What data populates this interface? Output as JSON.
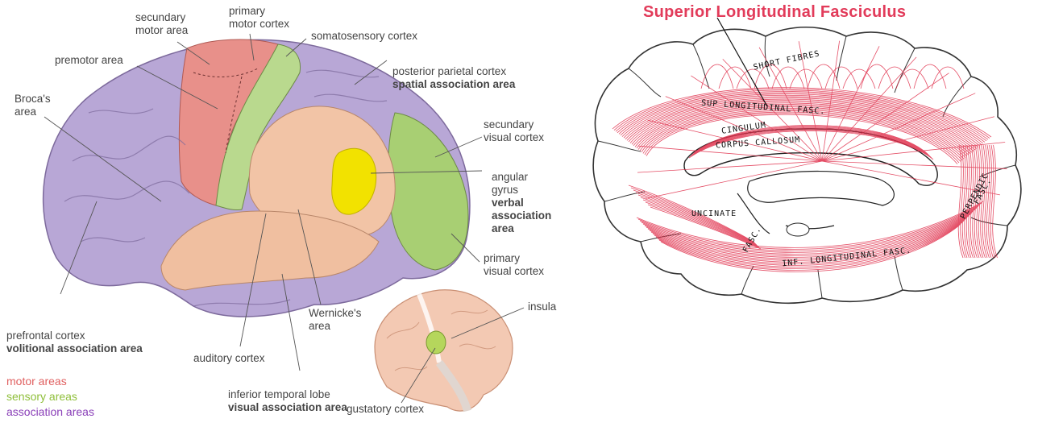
{
  "left_figure": {
    "labels": {
      "secundary_motor": "secundary\nmotor area",
      "primary_motor": "primary\nmotor cortex",
      "somatosensory": "somatosensory cortex",
      "premotor": "premotor area",
      "posterior_parietal": "posterior parietal cortex",
      "posterior_parietal_bold": "spatial association area",
      "brocas": "Broca's\narea",
      "secundary_visual": "secundary\nvisual cortex",
      "angular": "angular\ngyrus",
      "angular_bold": "verbal\nassociation\narea",
      "primary_visual": "primary\nvisual cortex",
      "prefrontal": "prefrontal cortex",
      "prefrontal_bold": "volitional association area",
      "wernickes": "Wernicke's\narea",
      "insula": "insula",
      "auditory": "auditory cortex",
      "inferior_temporal": "inferior temporal lobe",
      "inferior_temporal_bold": "visual association area",
      "gustatory": "gustatory cortex"
    },
    "legend": [
      {
        "label": "motor areas",
        "color": "#e06060"
      },
      {
        "label": "sensory areas",
        "color": "#8fbf3a"
      },
      {
        "label": "association areas",
        "color": "#8a3fb8"
      }
    ]
  },
  "right_figure": {
    "title": "Superior Longitudinal Fasciculus",
    "title_color": "#e23b5a",
    "fiber_color": "#e0304c",
    "labels": {
      "short_fibres": "SHORT FIBRES",
      "sup_long": "SUP LONGITUDINAL FASC.",
      "cingulum": "CINGULUM",
      "corpus": "CORPUS   CALLOSUM",
      "uncinate": "UNCINATE",
      "perpendic": "PERPENDIC",
      "fasc": "FASC.",
      "inf_long": "INF. LONGITUDINAL FASC.",
      "fasc_small": "FASC."
    }
  }
}
